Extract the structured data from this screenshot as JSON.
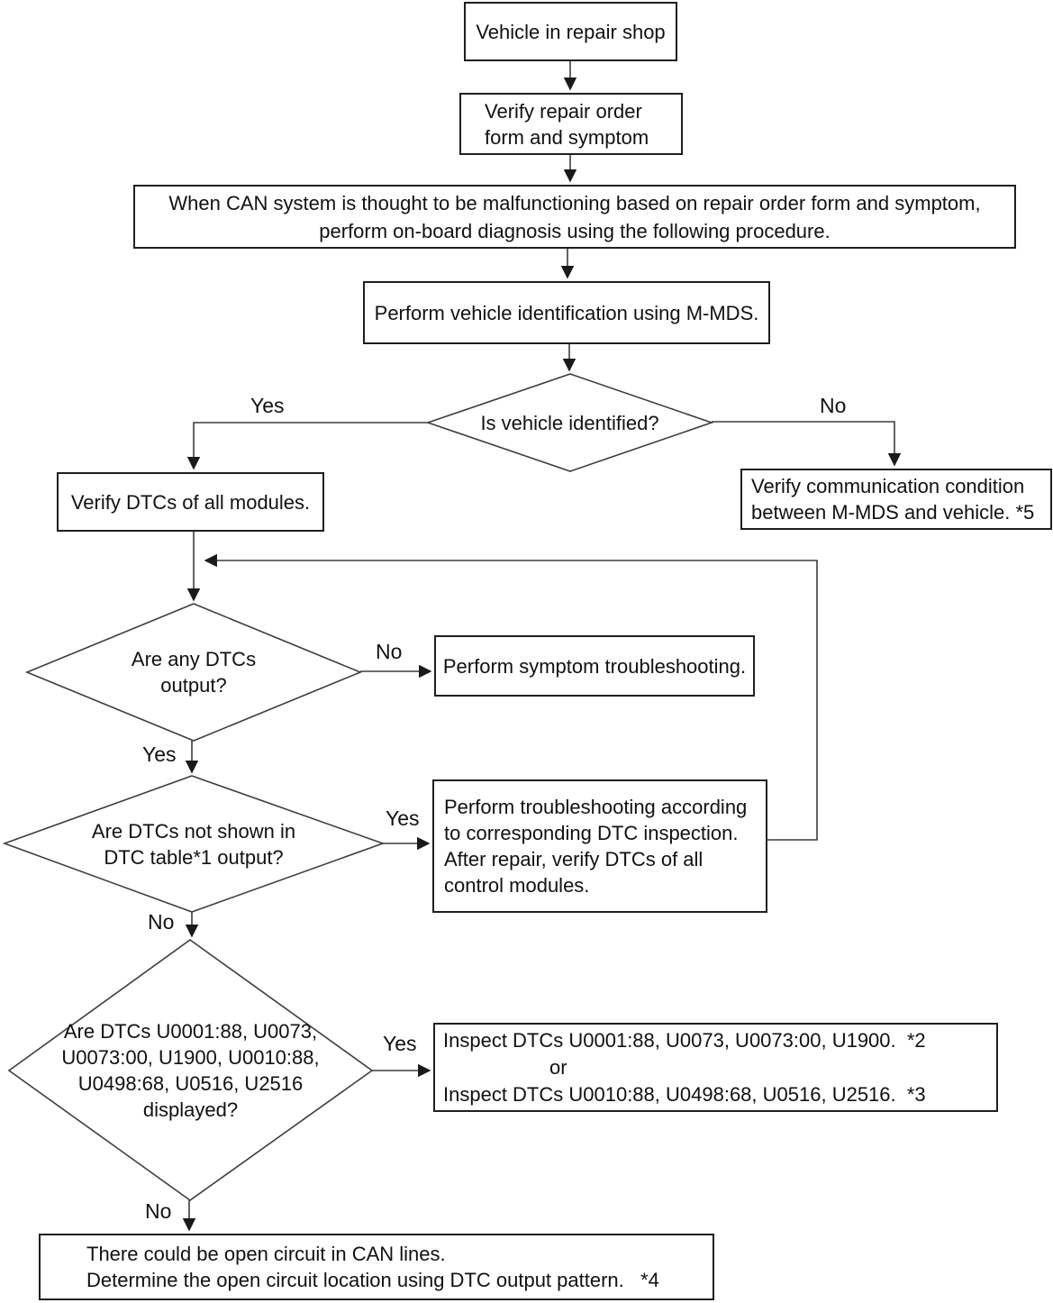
{
  "page": {
    "background_color": "#ffffff",
    "line_color": "#3d3d3d",
    "text_color": "#111111"
  },
  "nodes": {
    "vehicle_in_shop": {
      "label": "Vehicle in repair shop"
    },
    "verify_repair_order": {
      "lines": [
        "Verify repair order",
        "form and symptom"
      ]
    },
    "when_can_note": {
      "lines": [
        "When CAN system is thought to be malfunctioning based on repair order form and symptom,",
        "perform on-board diagnosis using the following procedure."
      ]
    },
    "vehicle_identification": {
      "label": "Perform vehicle identification using M-MDS."
    },
    "is_vehicle_identified": {
      "label": "Is vehicle identified?",
      "yes": "Yes",
      "no": "No"
    },
    "verify_dtcs": {
      "label": "Verify DTCs of all modules."
    },
    "verify_communication": {
      "lines": [
        "Verify communication condition",
        "between M-MDS and vehicle. *5"
      ]
    },
    "any_dtcs_output": {
      "lines": [
        "Are any DTCs",
        "output?"
      ],
      "yes": "Yes",
      "no": "No"
    },
    "symptom_troubleshooting": {
      "label": "Perform symptom troubleshooting."
    },
    "dtcs_not_in_table": {
      "lines": [
        "Are DTCs not shown in",
        "DTC table*1 output?"
      ],
      "yes": "Yes",
      "no": "No"
    },
    "dtc_troubleshooting": {
      "lines": [
        "Perform troubleshooting according",
        "to corresponding DTC inspection.",
        "After repair, verify DTCs of all",
        "control modules."
      ]
    },
    "dtcs_displayed": {
      "lines": [
        "Are DTCs U0001:88, U0073,",
        "U0073:00, U1900, U0010:88,",
        "U0498:68, U0516, U2516",
        "displayed?"
      ],
      "yes": "Yes",
      "no": "No"
    },
    "inspect_dtcs": {
      "lines": [
        "Inspect DTCs U0001:88, U0073, U0073:00, U1900.  *2",
        "or",
        "Inspect DTCs U0010:88, U0498:68, U0516, U2516.  *3"
      ]
    },
    "open_circuit": {
      "lines": [
        "There could be open circuit in CAN lines.",
        "Determine the open circuit location using DTC output pattern.   *4"
      ]
    }
  }
}
